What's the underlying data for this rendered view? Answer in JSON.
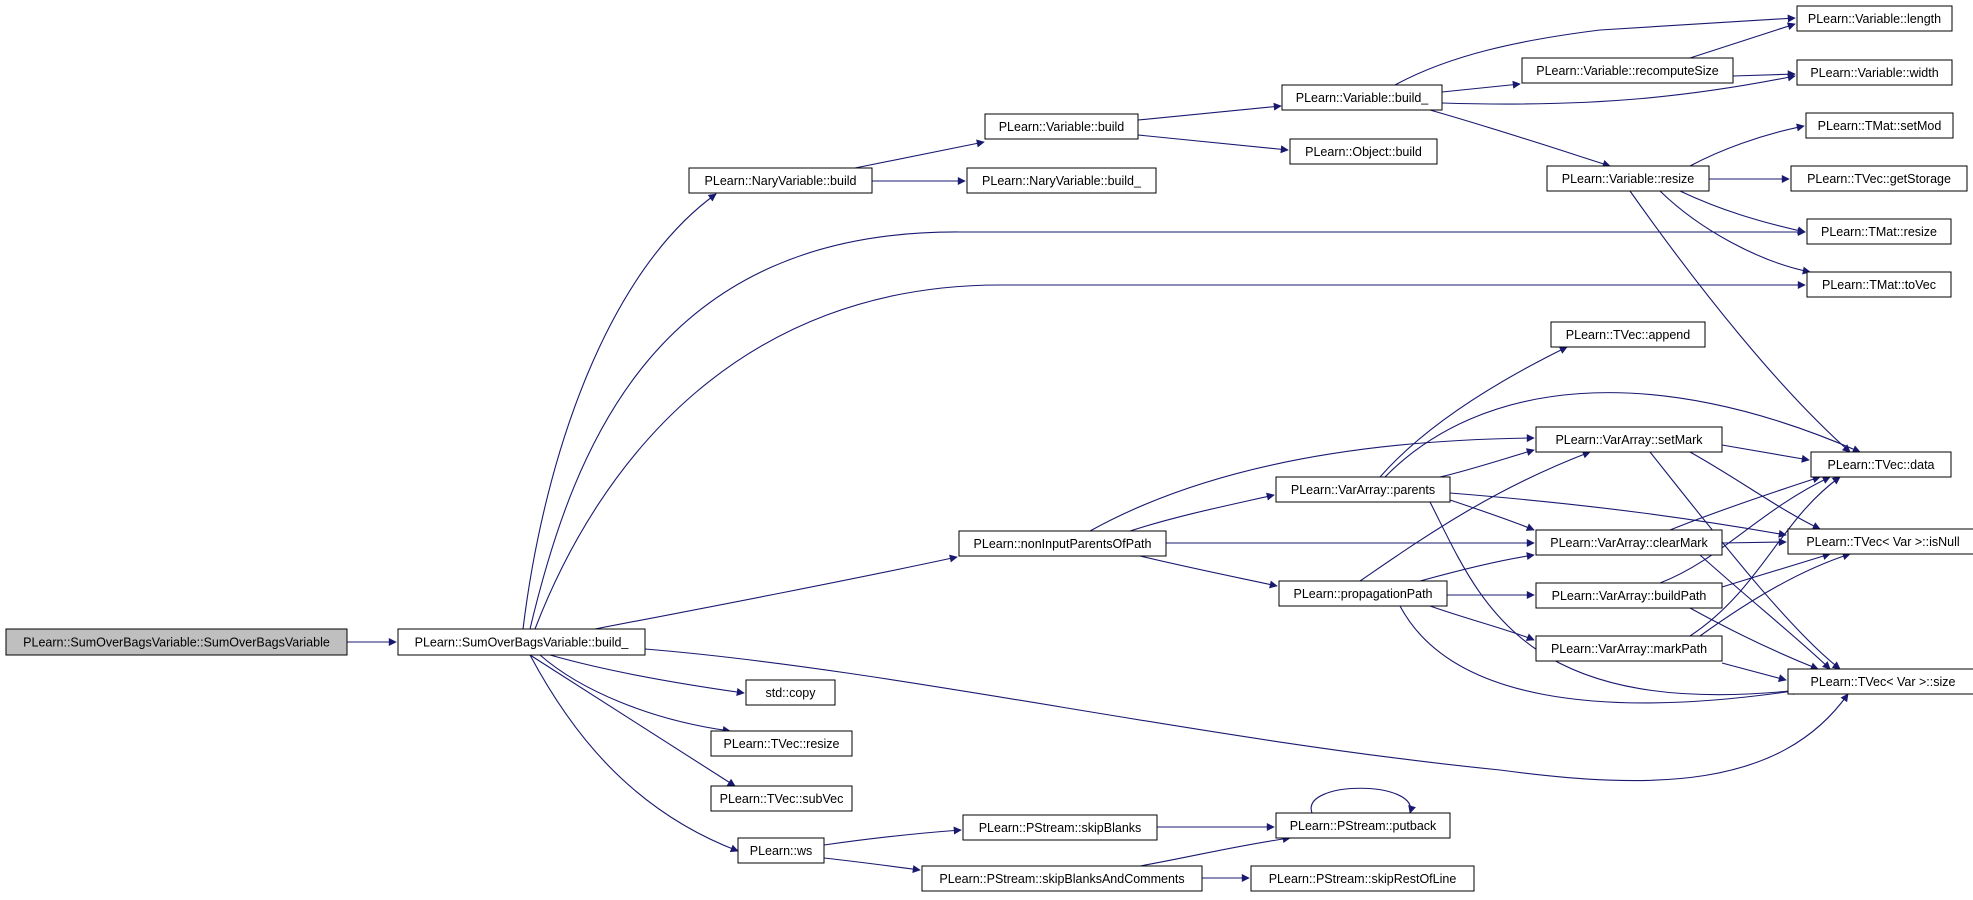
{
  "graph": {
    "colors": {
      "edge": "#191970",
      "root_fill": "#bfbfbf",
      "node_fill": "#ffffff",
      "border": "#000000"
    },
    "nodes": [
      {
        "id": "n0",
        "label": "PLearn::SumOverBagsVariable::SumOverBagsVariable",
        "root": true
      },
      {
        "id": "n1",
        "label": "PLearn::SumOverBagsVariable::build_"
      },
      {
        "id": "n2",
        "label": "PLearn::NaryVariable::build"
      },
      {
        "id": "n3",
        "label": "PLearn::Variable::build"
      },
      {
        "id": "n4",
        "label": "PLearn::NaryVariable::build_"
      },
      {
        "id": "n5",
        "label": "PLearn::Variable::build_"
      },
      {
        "id": "n6",
        "label": "PLearn::Object::build"
      },
      {
        "id": "n7",
        "label": "PLearn::Variable::recomputeSize"
      },
      {
        "id": "n8",
        "label": "PLearn::Variable::resize"
      },
      {
        "id": "n9",
        "label": "PLearn::Variable::length"
      },
      {
        "id": "n10",
        "label": "PLearn::Variable::width"
      },
      {
        "id": "n11",
        "label": "PLearn::TMat::setMod"
      },
      {
        "id": "n12",
        "label": "PLearn::TVec::getStorage"
      },
      {
        "id": "n13",
        "label": "PLearn::TMat::resize"
      },
      {
        "id": "n14",
        "label": "PLearn::TMat::toVec"
      },
      {
        "id": "n15",
        "label": "PLearn::TVec::append"
      },
      {
        "id": "n16",
        "label": "PLearn::VarArray::setMark"
      },
      {
        "id": "n17",
        "label": "PLearn::TVec::data"
      },
      {
        "id": "n18",
        "label": "PLearn::VarArray::parents"
      },
      {
        "id": "n19",
        "label": "PLearn::nonInputParentsOfPath"
      },
      {
        "id": "n20",
        "label": "PLearn::VarArray::clearMark"
      },
      {
        "id": "n21",
        "label": "PLearn::TVec< Var >::isNull"
      },
      {
        "id": "n22",
        "label": "PLearn::propagationPath"
      },
      {
        "id": "n23",
        "label": "PLearn::VarArray::buildPath"
      },
      {
        "id": "n24",
        "label": "PLearn::VarArray::markPath"
      },
      {
        "id": "n25",
        "label": "PLearn::TVec< Var >::size"
      },
      {
        "id": "n26",
        "label": "std::copy"
      },
      {
        "id": "n27",
        "label": "PLearn::TVec::resize"
      },
      {
        "id": "n28",
        "label": "PLearn::TVec::subVec"
      },
      {
        "id": "n29",
        "label": "PLearn::ws"
      },
      {
        "id": "n30",
        "label": "PLearn::PStream::skipBlanks"
      },
      {
        "id": "n31",
        "label": "PLearn::PStream::putback"
      },
      {
        "id": "n32",
        "label": "PLearn::PStream::skipBlanksAndComments"
      },
      {
        "id": "n33",
        "label": "PLearn::PStream::skipRestOfLine"
      }
    ],
    "edges": [
      [
        "n0",
        "n1"
      ],
      [
        "n1",
        "n2"
      ],
      [
        "n1",
        "n13"
      ],
      [
        "n1",
        "n14"
      ],
      [
        "n1",
        "n19"
      ],
      [
        "n1",
        "n25"
      ],
      [
        "n1",
        "n26"
      ],
      [
        "n1",
        "n27"
      ],
      [
        "n1",
        "n28"
      ],
      [
        "n1",
        "n29"
      ],
      [
        "n2",
        "n3"
      ],
      [
        "n2",
        "n4"
      ],
      [
        "n3",
        "n5"
      ],
      [
        "n3",
        "n6"
      ],
      [
        "n5",
        "n7"
      ],
      [
        "n5",
        "n9"
      ],
      [
        "n5",
        "n10"
      ],
      [
        "n5",
        "n8"
      ],
      [
        "n7",
        "n9"
      ],
      [
        "n7",
        "n10"
      ],
      [
        "n8",
        "n11"
      ],
      [
        "n8",
        "n12"
      ],
      [
        "n8",
        "n13"
      ],
      [
        "n8",
        "n14"
      ],
      [
        "n8",
        "n17"
      ],
      [
        "n19",
        "n16"
      ],
      [
        "n19",
        "n18"
      ],
      [
        "n19",
        "n20"
      ],
      [
        "n19",
        "n22"
      ],
      [
        "n18",
        "n15"
      ],
      [
        "n18",
        "n16"
      ],
      [
        "n18",
        "n17"
      ],
      [
        "n18",
        "n20"
      ],
      [
        "n18",
        "n21"
      ],
      [
        "n18",
        "n25"
      ],
      [
        "n16",
        "n17"
      ],
      [
        "n16",
        "n21"
      ],
      [
        "n16",
        "n25"
      ],
      [
        "n20",
        "n17"
      ],
      [
        "n20",
        "n21"
      ],
      [
        "n20",
        "n25"
      ],
      [
        "n22",
        "n16"
      ],
      [
        "n22",
        "n20"
      ],
      [
        "n22",
        "n23"
      ],
      [
        "n22",
        "n24"
      ],
      [
        "n22",
        "n25"
      ],
      [
        "n23",
        "n17"
      ],
      [
        "n23",
        "n21"
      ],
      [
        "n23",
        "n25"
      ],
      [
        "n24",
        "n17"
      ],
      [
        "n24",
        "n21"
      ],
      [
        "n24",
        "n25"
      ],
      [
        "n29",
        "n30"
      ],
      [
        "n29",
        "n32"
      ],
      [
        "n30",
        "n31"
      ],
      [
        "n31",
        "n31"
      ],
      [
        "n32",
        "n31"
      ],
      [
        "n32",
        "n33"
      ]
    ]
  }
}
